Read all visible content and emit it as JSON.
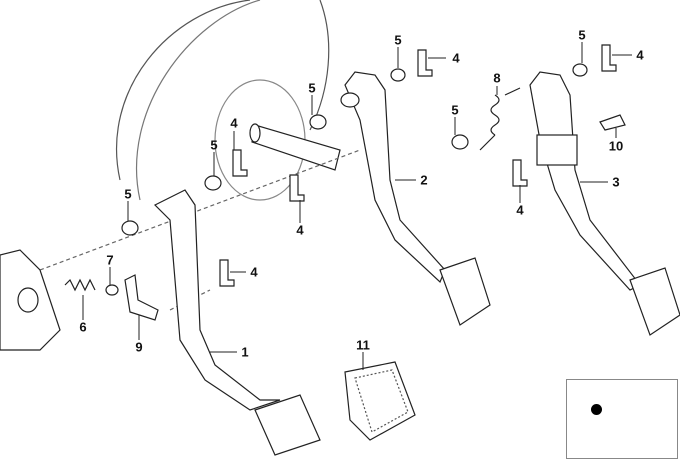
{
  "diagram": {
    "callouts": [
      {
        "id": "c1",
        "text": "5"
      },
      {
        "id": "c2",
        "text": "4"
      },
      {
        "id": "c3",
        "text": "5"
      },
      {
        "id": "c4",
        "text": "4"
      },
      {
        "id": "c5",
        "text": "5"
      },
      {
        "id": "c6",
        "text": "8"
      },
      {
        "id": "c7",
        "text": "5"
      },
      {
        "id": "c8",
        "text": "4"
      },
      {
        "id": "c9",
        "text": "5"
      },
      {
        "id": "c10",
        "text": "2"
      },
      {
        "id": "c11",
        "text": "3"
      },
      {
        "id": "c12",
        "text": "10"
      },
      {
        "id": "c13",
        "text": "5"
      },
      {
        "id": "c14",
        "text": "4"
      },
      {
        "id": "c15",
        "text": "4"
      },
      {
        "id": "c16",
        "text": "7"
      },
      {
        "id": "c17",
        "text": "4"
      },
      {
        "id": "c18",
        "text": "6"
      },
      {
        "id": "c19",
        "text": "9"
      },
      {
        "id": "c20",
        "text": "1"
      },
      {
        "id": "c21",
        "text": "11"
      }
    ]
  }
}
